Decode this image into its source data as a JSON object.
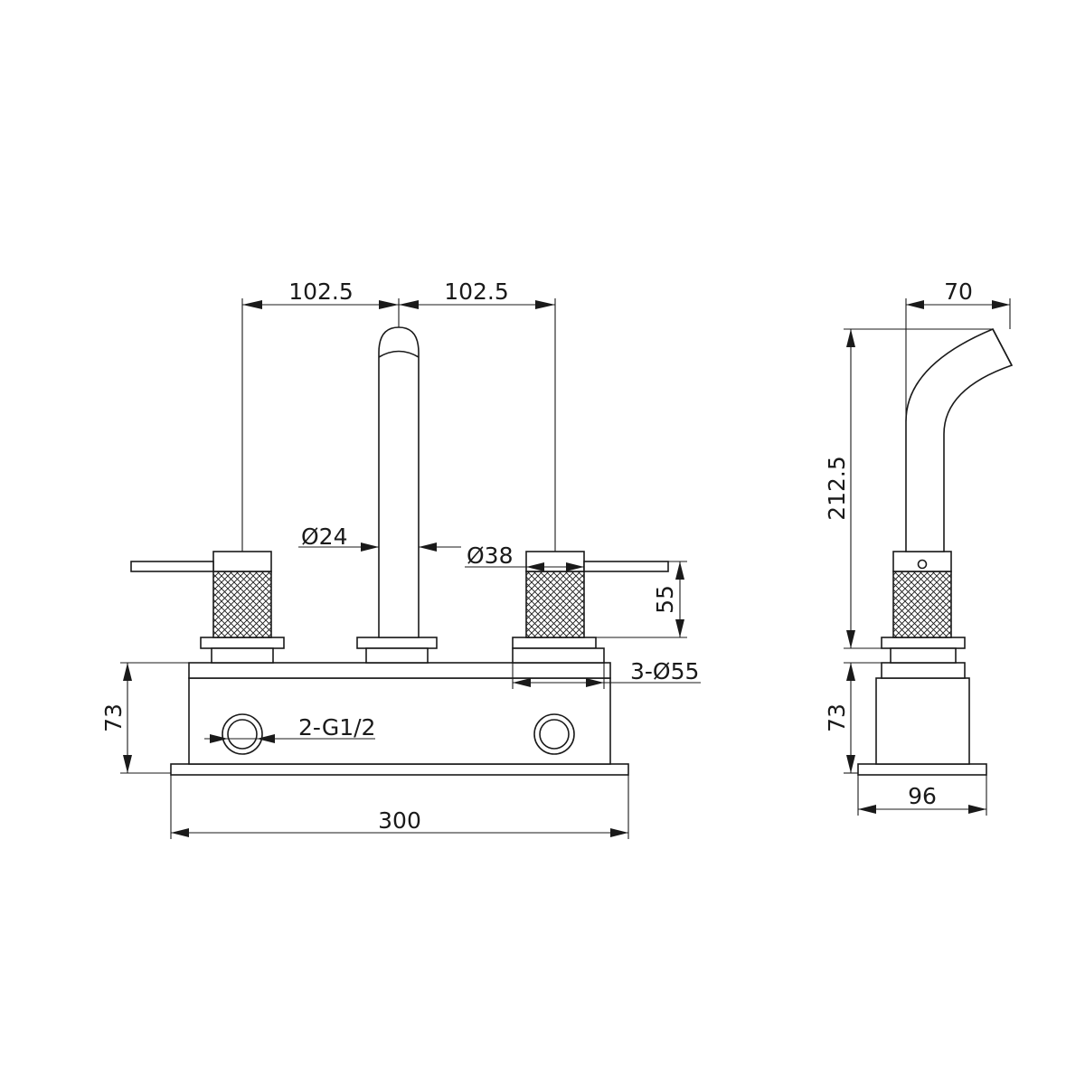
{
  "front_view": {
    "dim_left_spacing": "102.5",
    "dim_right_spacing": "102.5",
    "dim_spout_diameter": "Ø24",
    "dim_handle_diameter": "Ø38",
    "dim_handle_height": "55",
    "dim_base_holes": "3-Ø55",
    "dim_base_height": "73",
    "dim_inlet_thread": "2-G1/2",
    "dim_total_width": "300"
  },
  "side_view": {
    "dim_spout_reach": "70",
    "dim_total_height": "212.5",
    "dim_base_height": "73",
    "dim_base_depth": "96"
  },
  "colors": {
    "line": "#1a1a1a",
    "background": "#ffffff"
  }
}
